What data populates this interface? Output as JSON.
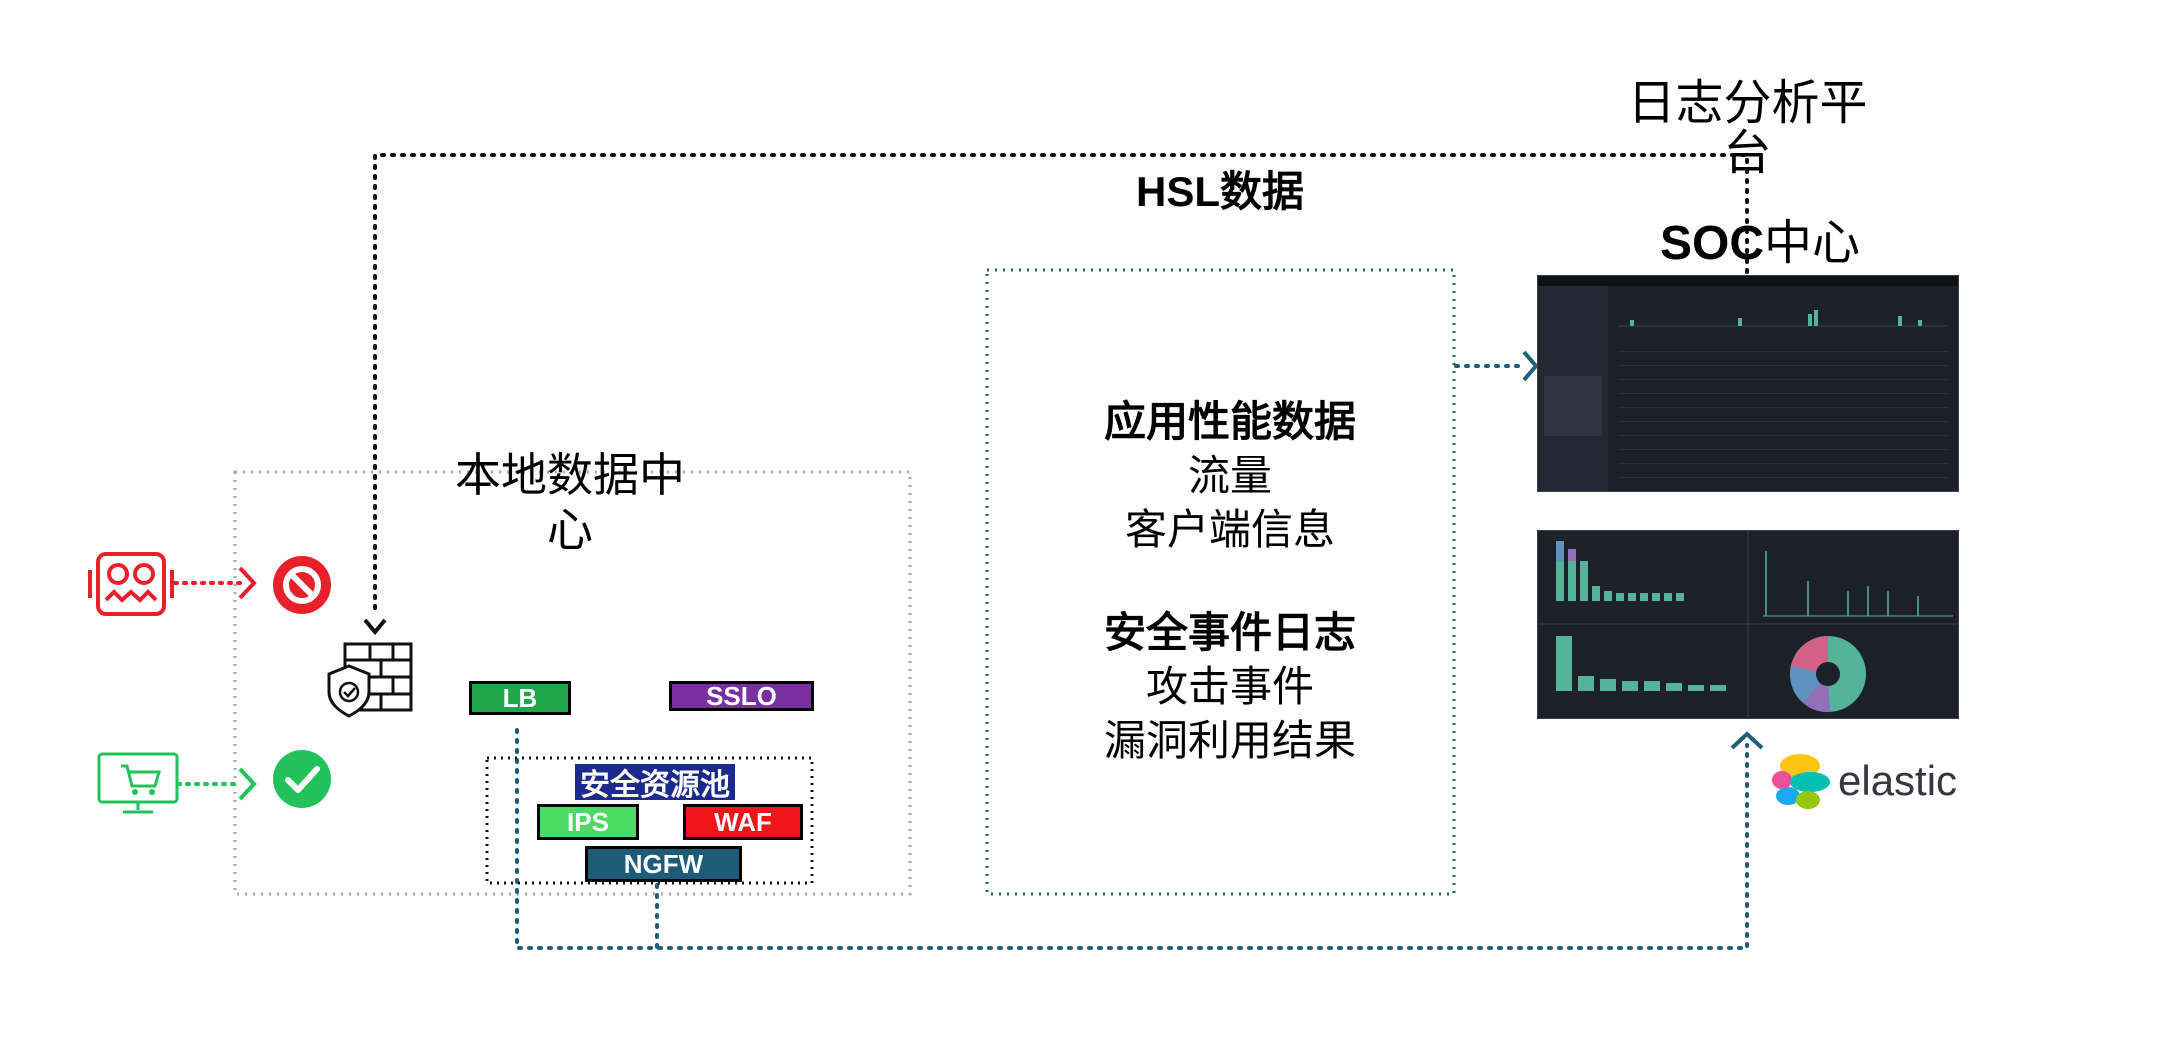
{
  "local_dc": {
    "title": "本地数据中心"
  },
  "devices": {
    "lb": "LB",
    "sslo": "SSLO",
    "pool_title": "安全资源池",
    "ips": "IPS",
    "waf": "WAF",
    "ngfw": "NGFW"
  },
  "hsl": {
    "title": "HSL数据",
    "perf_heading": "应用性能数据",
    "perf_items": [
      "流量",
      "客户端信息"
    ],
    "sec_heading": "安全事件日志",
    "sec_items": [
      "攻击事件",
      "漏洞利用结果"
    ]
  },
  "log_platform": {
    "title": "日志分析平台",
    "soc_prefix": "SOC",
    "soc_suffix": "中心"
  },
  "elastic": {
    "wordmark": "elastic"
  },
  "colors": {
    "blocked": "#e8202a",
    "allowed": "#22c25a",
    "lb": "#1fa64a",
    "sslo": "#7a2fa0",
    "pool_title_bg": "#1b2a8c",
    "ips": "#4cd964",
    "waf": "#f0151b",
    "ngfw": "#1d5b78",
    "teal_flow": "#1f5f7a"
  },
  "icons": [
    "attacker-icon",
    "block-icon",
    "shopping-cart-monitor-icon",
    "check-icon",
    "firewall-shield-icon",
    "elastic-logo"
  ]
}
